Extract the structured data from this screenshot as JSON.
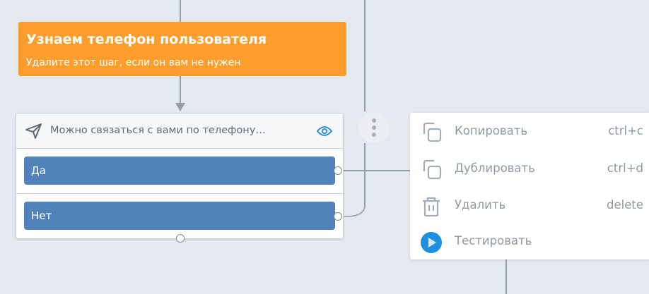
{
  "step_banner": {
    "title": "Узнаем телефон пользователя",
    "subtitle": "Удалите этот шаг, если он вам не нужен",
    "color": "#fd9e2c"
  },
  "question_card": {
    "question": "Можно связаться с вами по телефону…",
    "options": [
      {
        "label": "Да"
      },
      {
        "label": "Нет"
      }
    ],
    "option_color": "#5282ba"
  },
  "context_menu": {
    "items": [
      {
        "label": "Копировать",
        "shortcut": "ctrl+c",
        "icon": "copy-icon"
      },
      {
        "label": "Дублировать",
        "shortcut": "ctrl+d",
        "icon": "duplicate-icon"
      },
      {
        "label": "Удалить",
        "shortcut": "delete",
        "icon": "trash-icon"
      },
      {
        "label": "Тестировать",
        "shortcut": "",
        "icon": "play-icon"
      }
    ]
  }
}
